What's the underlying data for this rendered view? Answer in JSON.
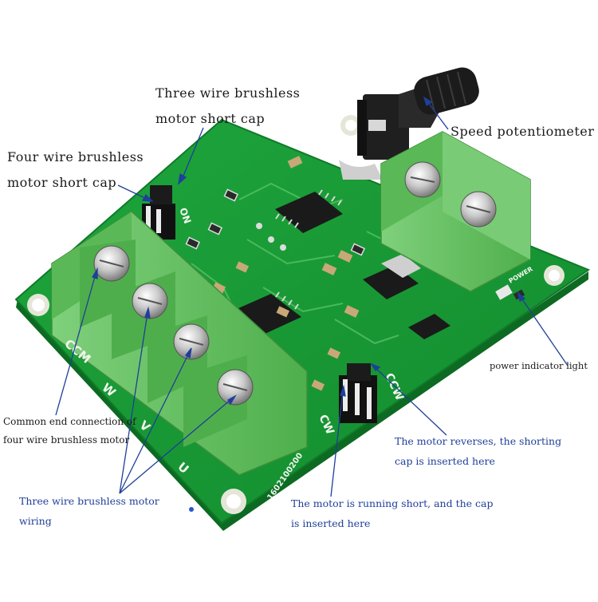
{
  "labels": {
    "three_wire_cap_line1": "Three wire brushless",
    "three_wire_cap_line2": "motor short cap",
    "four_wire_cap_line1": "Four wire brushless",
    "four_wire_cap_line2": "motor short cap",
    "speed_pot": "Speed potentiometer",
    "power_led": "power indicator light",
    "common_end_line1": "Common end connection of",
    "common_end_line2": "four wire brushless motor",
    "motor_reverse_line1": "The motor reverses, the shorting",
    "motor_reverse_line2": "cap is inserted here",
    "motor_run_line1": "The motor is running short, and the cap",
    "motor_run_line2": "is inserted here",
    "three_wire_wiring_line1": "Three wire brushless motor",
    "three_wire_wiring_line2": "wiring"
  },
  "silkscreen": {
    "ccm": "CCM",
    "w": "W",
    "v": "V",
    "u": "U",
    "cw": "CW",
    "ccw": "CCW",
    "serial": "1602100200",
    "power": "POWER",
    "on": "ON"
  },
  "colors": {
    "pcb": "#189a35",
    "terminal": "#6cc66a",
    "annotation_line": "#1f3f9a"
  }
}
